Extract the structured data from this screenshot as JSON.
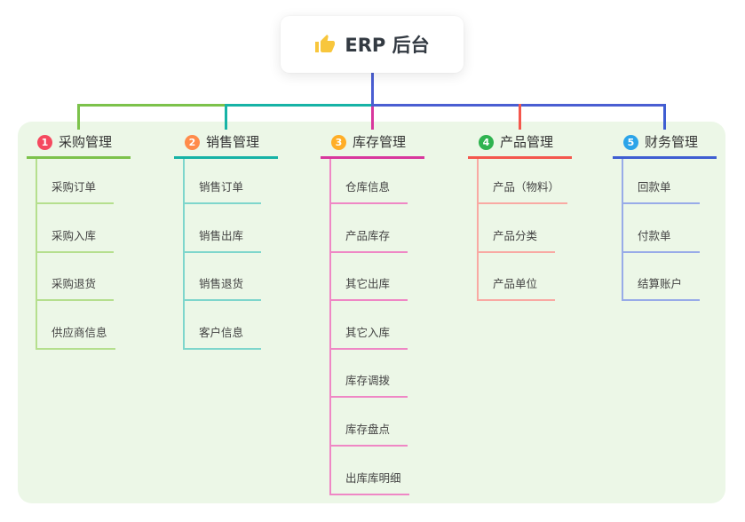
{
  "root": {
    "icon": "thumbs-up",
    "label": "ERP 后台"
  },
  "colors": {
    "page_bg": "#ffffff",
    "panel_bg": "#ecf7e7",
    "connector": "#4a5ed2",
    "title_text": "#333333",
    "child_text": "#434343",
    "root_text": "#333a42",
    "icon_gold": "#f8c63c"
  },
  "branches": [
    {
      "index": "1",
      "label": "采购管理",
      "color": "#7cc24b",
      "light": "#b5df8e",
      "badge": "#f5495f",
      "children": [
        "采购订单",
        "采购入库",
        "采购退货",
        "供应商信息"
      ]
    },
    {
      "index": "2",
      "label": "销售管理",
      "color": "#17b3a6",
      "light": "#7ed6cc",
      "badge": "#ff8b4b",
      "children": [
        "销售订单",
        "销售出库",
        "销售退货",
        "客户信息"
      ]
    },
    {
      "index": "3",
      "label": "库存管理",
      "color": "#d8379d",
      "light": "#ef87c5",
      "badge": "#ffae27",
      "children": [
        "仓库信息",
        "产品库存",
        "其它出库",
        "其它入库",
        "库存调拨",
        "库存盘点",
        "出库库明细"
      ]
    },
    {
      "index": "4",
      "label": "产品管理",
      "color": "#f4574d",
      "light": "#f9a9a3",
      "badge": "#2fb350",
      "children": [
        "产品（物料）",
        "产品分类",
        "产品单位"
      ]
    },
    {
      "index": "5",
      "label": "财务管理",
      "color": "#3f5ed2",
      "light": "#98abe8",
      "badge": "#2ba4e9",
      "children": [
        "回款单",
        "付款单",
        "结算账户"
      ]
    }
  ]
}
